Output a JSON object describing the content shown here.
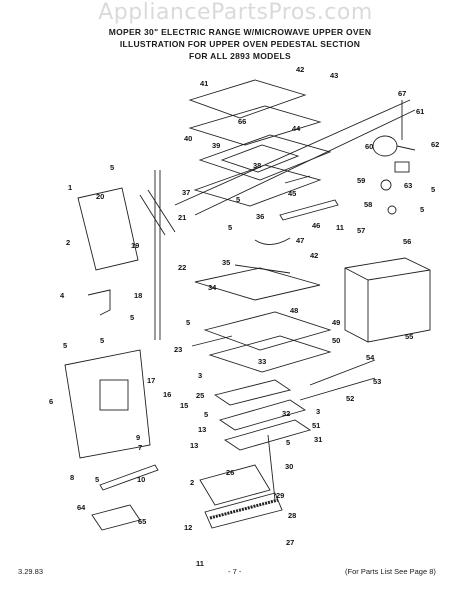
{
  "watermark": "AppliancePartsPros.com",
  "header": {
    "line1": "MOPER 30\" ELECTRIC RANGE W/MICROWAVE UPPER OVEN",
    "line2": "ILLUSTRATION FOR UPPER OVEN PEDESTAL SECTION",
    "line3": "FOR ALL 2893 MODELS"
  },
  "footer": {
    "date": "3.29.83",
    "page": "- 7 -",
    "note": "(For Parts List See Page 8)"
  },
  "callouts": [
    "1",
    "2",
    "3",
    "4",
    "5",
    "6",
    "7",
    "8",
    "9",
    "10",
    "11",
    "12",
    "13",
    "15",
    "16",
    "17",
    "18",
    "19",
    "20",
    "21",
    "22",
    "23",
    "25",
    "26",
    "27",
    "28",
    "29",
    "30",
    "31",
    "32",
    "33",
    "34",
    "35",
    "36",
    "37",
    "38",
    "39",
    "40",
    "41",
    "42",
    "43",
    "44",
    "45",
    "46",
    "47",
    "48",
    "49",
    "50",
    "51",
    "52",
    "53",
    "54",
    "55",
    "56",
    "57",
    "58",
    "59",
    "60",
    "61",
    "62",
    "63",
    "64",
    "65",
    "66",
    "67"
  ]
}
